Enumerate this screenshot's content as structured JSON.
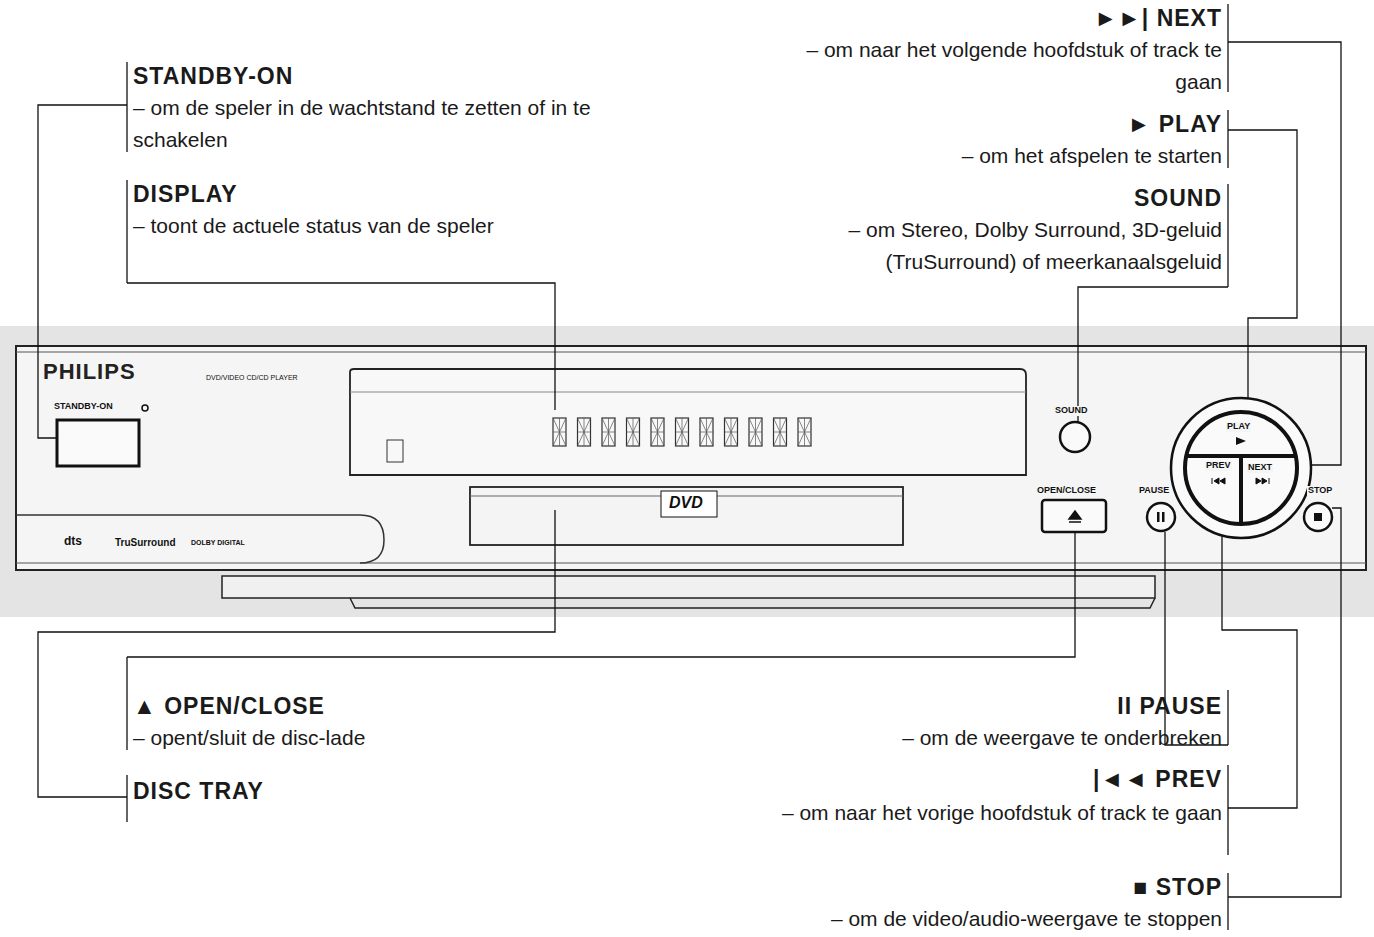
{
  "diagram": {
    "labels": [
      "STANDBY-ON",
      "– om de speler in de wachtstand te zetten of in te schakelen",
      "DISPLAY",
      "– toont de actuele status van de speler",
      "►►| NEXT",
      "– om naar het volgende hoofdstuk of track te gaan",
      "► PLAY",
      "– om het afspelen te starten",
      "SOUND",
      "– om Stereo, Dolby Surround, 3D-geluid (TruSurround) of meerkanaalsgeluid",
      "▲ OPEN/CLOSE",
      "– opent/sluit de disc-lade",
      "DISC TRAY",
      "II PAUSE",
      "– om de weergave te onderbreken",
      "|◄◄ PREV",
      "– om naar het vorige hoofdstuk of track te gaan",
      "■ STOP",
      "– om de video/audio-weergave te stoppen",
      "PHILIPS",
      "DVD/VIDEO CD/CD PLAYER",
      "STANDBY-ON",
      "SOUND",
      "OPEN/CLOSE",
      "PAUSE",
      "PLAY",
      "PREV",
      "NEXT",
      "STOP",
      "DVD",
      "dts",
      "TruSurround",
      "DOLBY DIGITAL"
    ]
  }
}
